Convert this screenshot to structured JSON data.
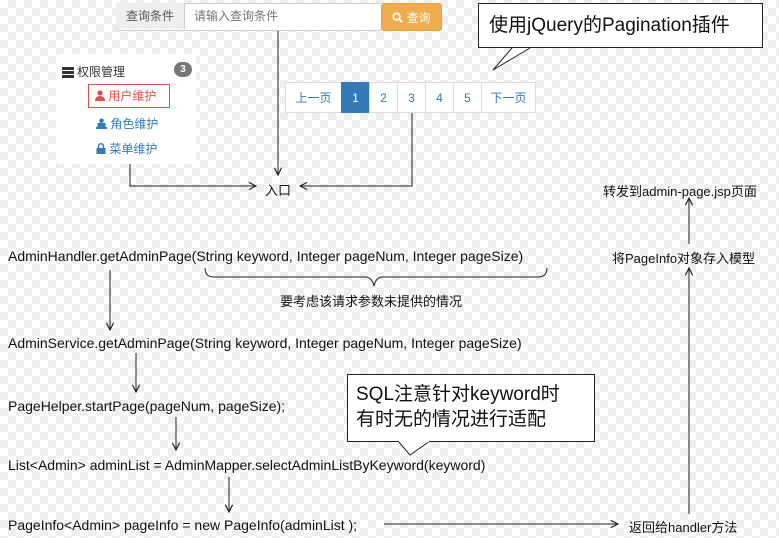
{
  "search": {
    "label": "查询条件",
    "placeholder": "请输入查询条件",
    "button_label": "查询"
  },
  "callouts": {
    "pagination_plugin": "使用jQuery的Pagination插件",
    "sql_note_line1": "SQL注意针对keyword时",
    "sql_note_line2": "有时无的情况进行适配"
  },
  "sidebar": {
    "title": "权限管理",
    "badge": "3",
    "items": [
      {
        "label": "用户维护",
        "active": true
      },
      {
        "label": "角色维护",
        "active": false
      },
      {
        "label": "菜单维护",
        "active": false
      }
    ]
  },
  "pagination": {
    "prev_label": "上一页",
    "pages": [
      "1",
      "2",
      "3",
      "4",
      "5"
    ],
    "active_page": "1",
    "next_label": "下一页"
  },
  "flow": {
    "entry_label": "入口",
    "handler_call": "AdminHandler.getAdminPage(String keyword, Integer pageNum, Integer pageSize)",
    "params_note": "要考虑该请求参数未提供的情况",
    "service_call": "AdminService.getAdminPage(String keyword, Integer pageNum, Integer pageSize)",
    "pagehelper_call": "PageHelper.startPage(pageNum, pageSize);",
    "mapper_call": "List<Admin> adminList = AdminMapper.selectAdminListByKeyword(keyword)",
    "pageinfo_call": "PageInfo<Admin> pageInfo = new PageInfo(adminList );",
    "return_label": "返回给handler方法",
    "store_label": "将PageInfo对象存入模型",
    "forward_label": "转发到admin-page.jsp页面"
  },
  "colors": {
    "search_button": "#f0ad4e",
    "pagination_active": "#337ab7",
    "menu_active": "#d9534f",
    "link": "#337ab7"
  }
}
